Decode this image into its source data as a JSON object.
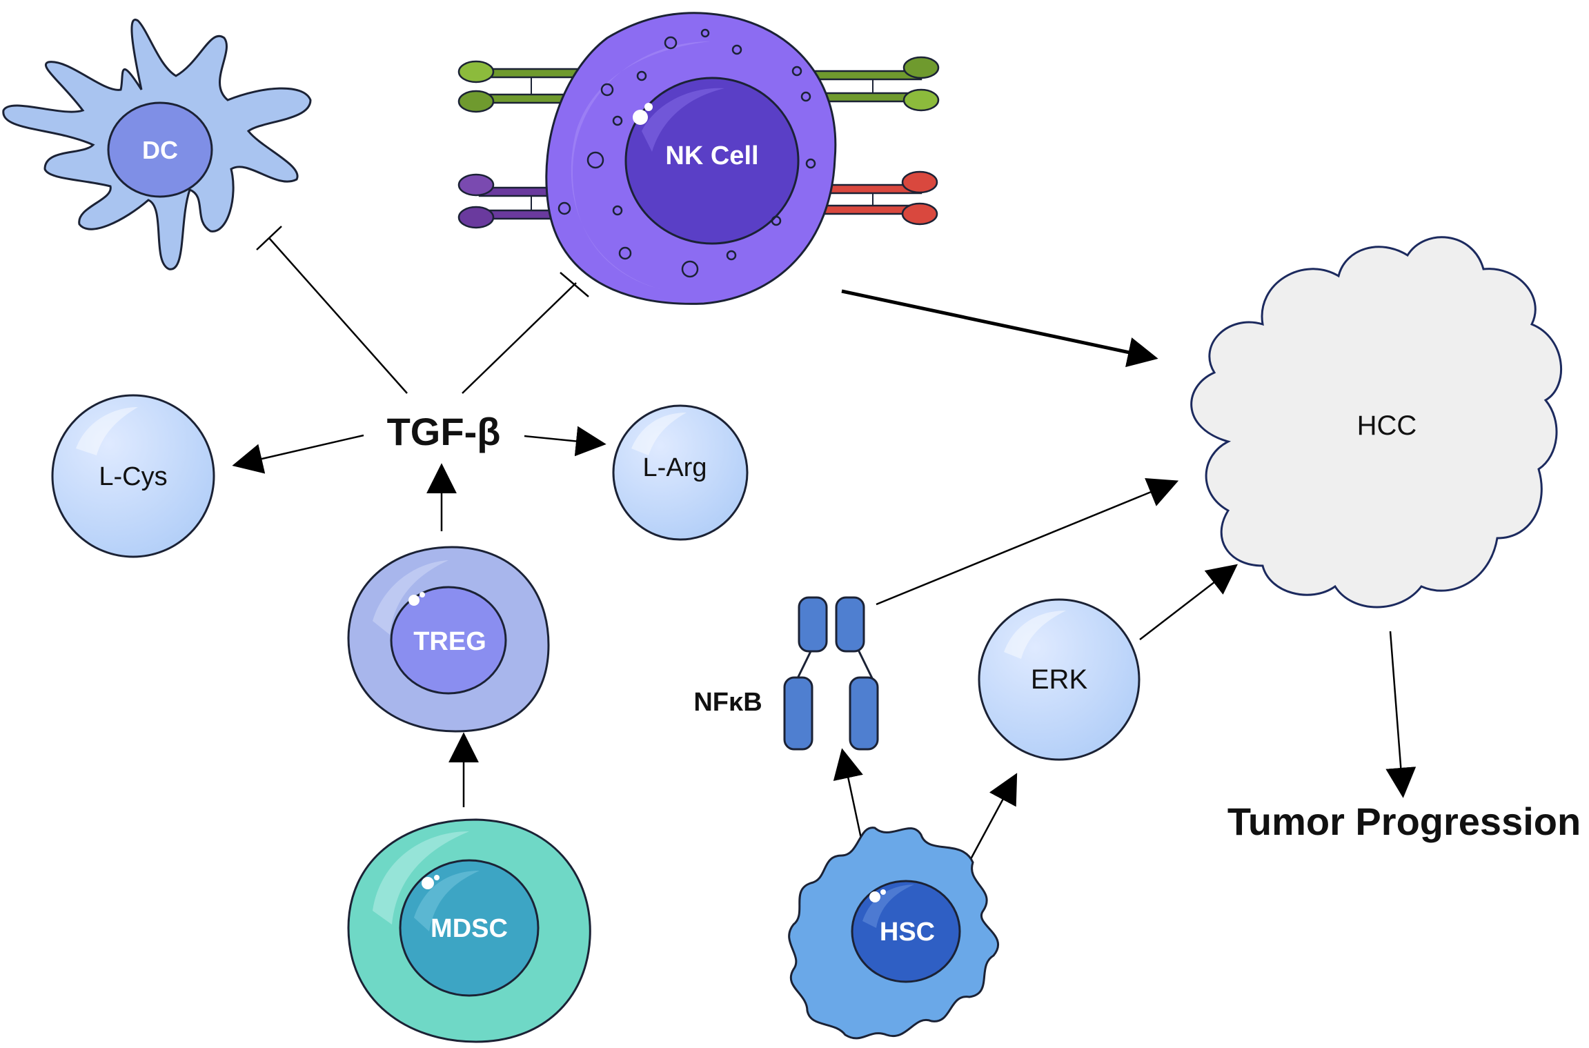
{
  "nodes": {
    "dc": "DC",
    "nk_cell": "NK Cell",
    "tgf_beta": "TGF-β",
    "l_cys": "L-Cys",
    "l_arg": "L-Arg",
    "treg": "TREG",
    "mdsc": "MDSC",
    "hcc": "HCC",
    "nfkb": "NFκB",
    "erk": "ERK",
    "hsc": "HSC",
    "tumor_progression": "Tumor Progression"
  },
  "colors": {
    "dc_body": "#a9c4f0",
    "dc_nucleus": "#7f8fe6",
    "nk_body": "#8c6cf2",
    "nk_nucleus": "#5a3fc6",
    "treg_body": "#a8b6ec",
    "treg_nucleus": "#8a8ef0",
    "mdsc_body": "#6fd8c6",
    "mdsc_nucleus": "#3da5c4",
    "hsc_body": "#6aa8e8",
    "hsc_nucleus": "#2f5fc4",
    "metabolite": "#b7d3fa",
    "hcc_fill": "#efefef",
    "hcc_stroke": "#1c2a5e",
    "nfkb": "#4f7fd0",
    "receptor_green": "#6f9a2e",
    "receptor_purple": "#6a3a9e",
    "receptor_red": "#d9483e"
  }
}
